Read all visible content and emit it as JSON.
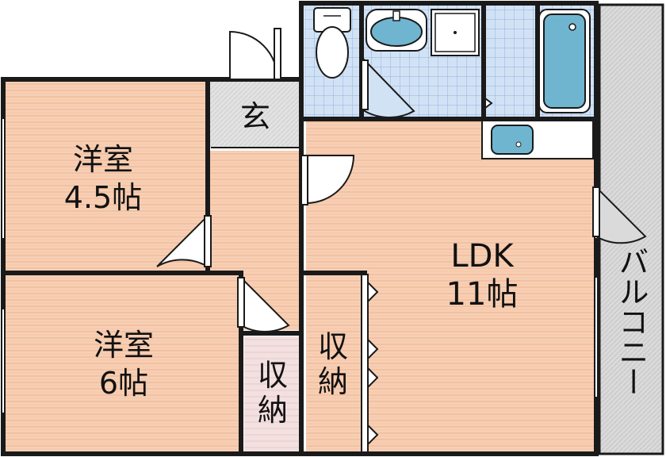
{
  "rooms": {
    "western_room_1": {
      "name": "洋室",
      "size": "4.5帖"
    },
    "western_room_2": {
      "name": "洋室",
      "size": "6帖"
    },
    "ldk": {
      "name": "LDK",
      "size": "11帖"
    },
    "entrance": {
      "name": "玄"
    },
    "storage_1": {
      "name_line1": "収",
      "name_line2": "納"
    },
    "storage_2": {
      "name_line1": "収",
      "name_line2": "納"
    },
    "balcony": {
      "name": "バルコニー"
    }
  },
  "colors": {
    "wood_floor": "#f7cfb4",
    "wood_stripe": "#f2bb9a",
    "storage_floor": "#f1dede",
    "wet_area_tile": "#cfe0f4",
    "tile_grid": "#8fb2e0",
    "fixture_blue": "#6fb5d0",
    "entrance_floor": "#dcdcdc",
    "balcony_floor": "#d6d6d6",
    "wall": "#1a1a1a"
  }
}
